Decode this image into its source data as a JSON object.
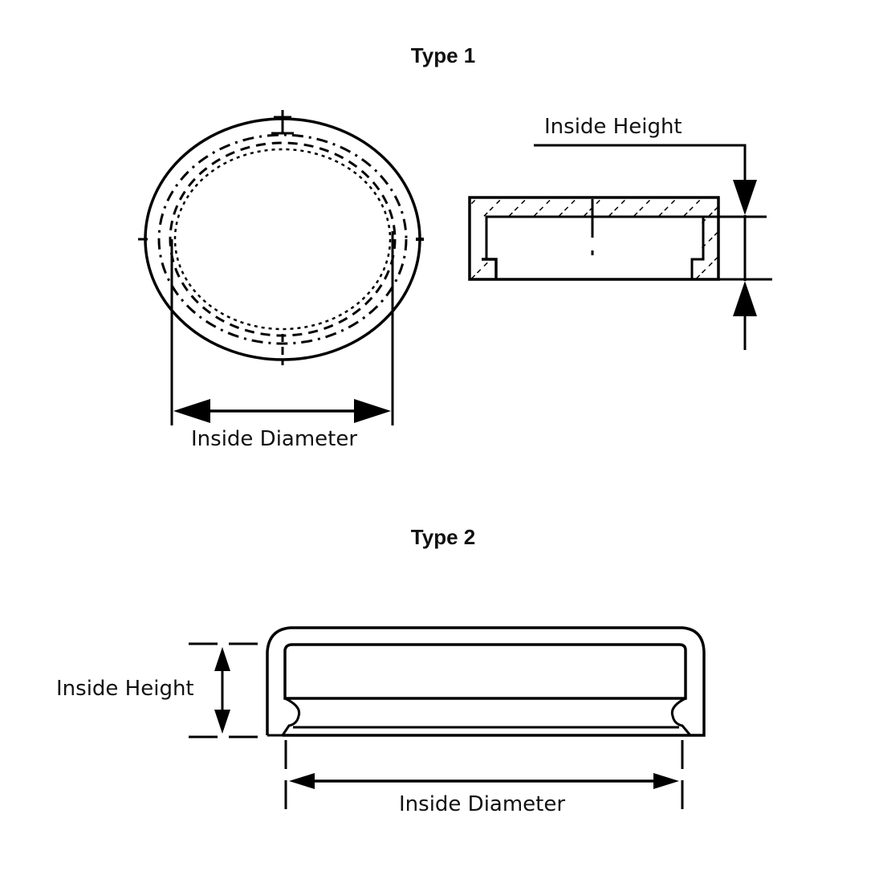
{
  "type1": {
    "title": "Type 1",
    "top_view": {
      "dimension_label": "Inside Diameter"
    },
    "section_view": {
      "dimension_label": "Inside Height"
    }
  },
  "type2": {
    "title": "Type 2",
    "height_label": "Inside Height",
    "diameter_label": "Inside Diameter"
  },
  "colors": {
    "line": "#000000",
    "background": "#ffffff"
  }
}
